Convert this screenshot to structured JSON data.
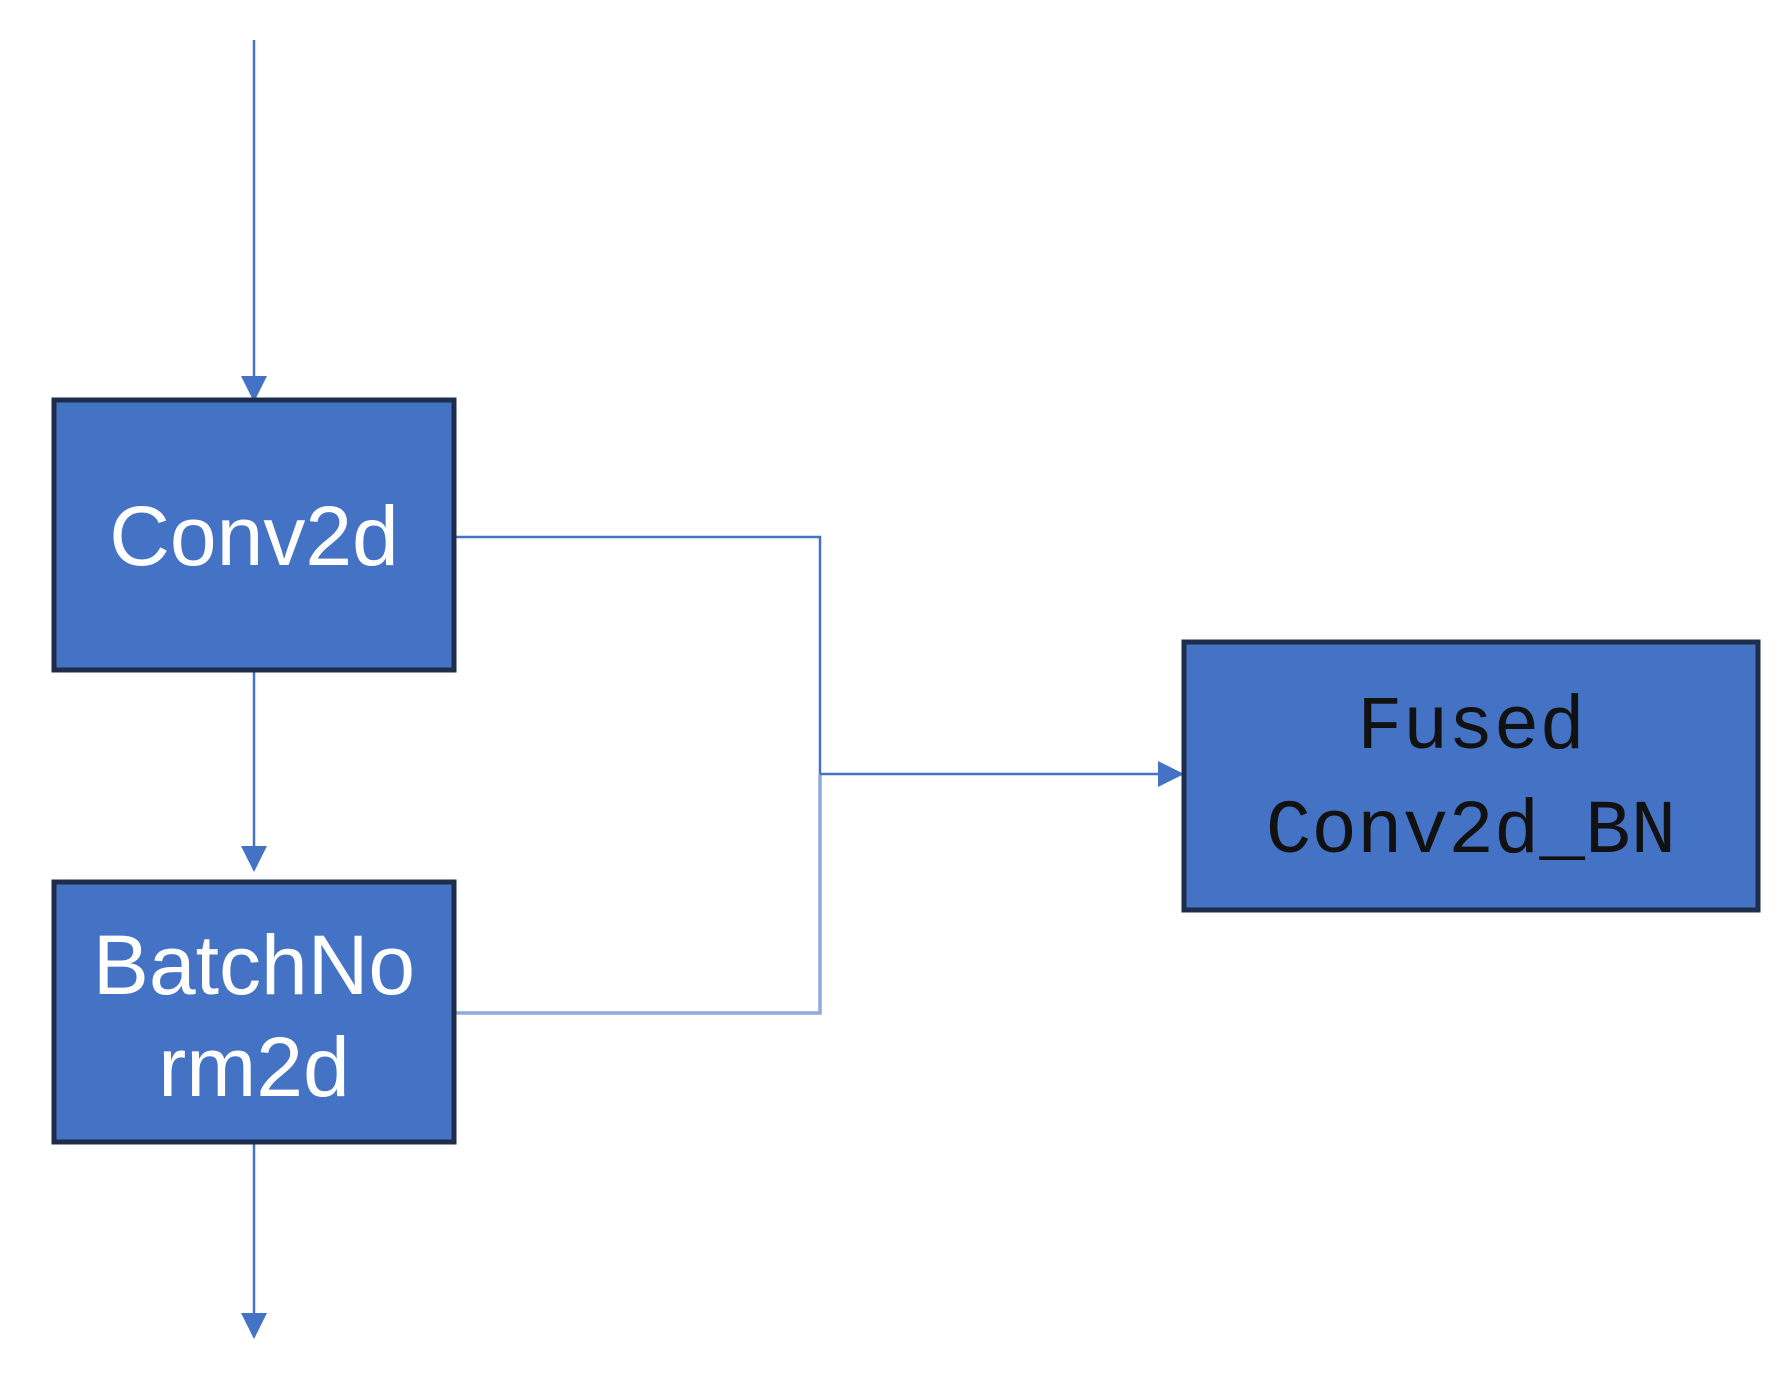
{
  "colors": {
    "box_fill": "#4472C4",
    "box_border": "#1F2D4D",
    "line": "#4472C4",
    "line_light": "#8FAADC",
    "label_light": "#FFFFFF",
    "label_dark": "#111111"
  },
  "nodes": {
    "conv2d": {
      "label": "Conv2d"
    },
    "batchnorm": {
      "label_line1": "BatchNo",
      "label_line2": "rm2d"
    },
    "fused": {
      "label_line1": "Fused",
      "label_line2": "Conv2d_BN"
    }
  }
}
